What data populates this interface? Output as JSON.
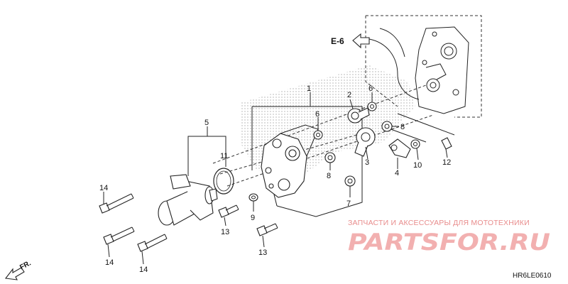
{
  "reference": {
    "label": "E-6"
  },
  "callouts": [
    {
      "id": "c1",
      "text": "1"
    },
    {
      "id": "c2",
      "text": "2"
    },
    {
      "id": "c3",
      "text": "3"
    },
    {
      "id": "c4",
      "text": "4"
    },
    {
      "id": "c5",
      "text": "5"
    },
    {
      "id": "c6a",
      "text": "6"
    },
    {
      "id": "c6b",
      "text": "6"
    },
    {
      "id": "c7",
      "text": "7"
    },
    {
      "id": "c8a",
      "text": "8"
    },
    {
      "id": "c8b",
      "text": "8"
    },
    {
      "id": "c9",
      "text": "9"
    },
    {
      "id": "c10",
      "text": "10"
    },
    {
      "id": "c11",
      "text": "11"
    },
    {
      "id": "c12",
      "text": "12"
    },
    {
      "id": "c13a",
      "text": "13"
    },
    {
      "id": "c13b",
      "text": "13"
    },
    {
      "id": "c14a",
      "text": "14"
    },
    {
      "id": "c14b",
      "text": "14"
    },
    {
      "id": "c14c",
      "text": "14"
    }
  ],
  "direction": {
    "label": "FR."
  },
  "watermark": {
    "subtitle": "ЗАПЧАСТИ И АКСЕССУАРЫ ДЛЯ МОТОТЕХНИКИ",
    "logo_text": "PARTSFOR.RU"
  },
  "diagram_code": "HR6LE0610"
}
